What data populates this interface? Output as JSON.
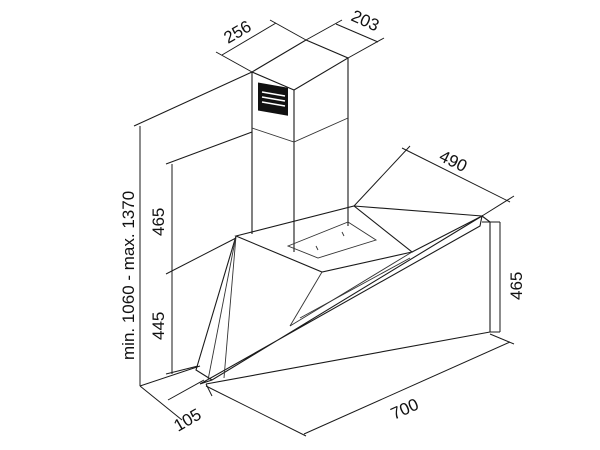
{
  "dimensions": {
    "chimney_width": "256",
    "chimney_depth": "203",
    "canopy_depth": "490",
    "canopy_height": "465",
    "chimney_height_range": "min. 1060 - max. 1370",
    "upper_chimney_height": "465",
    "lower_section_height": "445",
    "front_depth": "105",
    "overall_width": "700"
  }
}
